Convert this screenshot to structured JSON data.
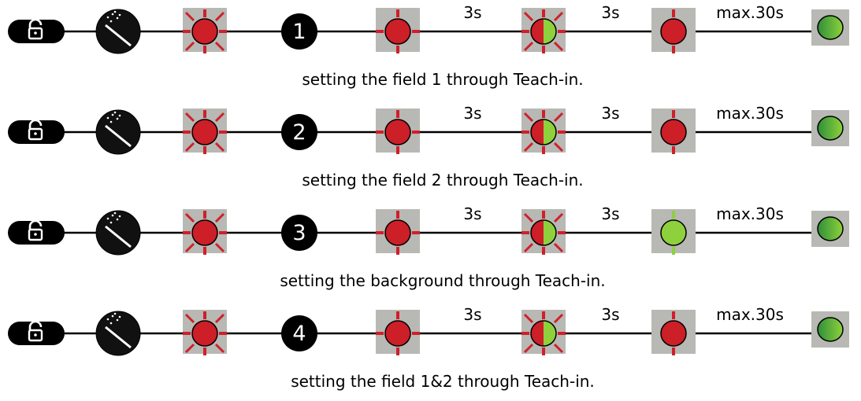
{
  "colors": {
    "line": "#000000",
    "tile": "#b8b8b4",
    "led_red": "#cc1f27",
    "led_green_light": "#8ed13c",
    "led_green_dark": "#2f8f3a",
    "ray_red": "#d01f2a",
    "ray_green": "#8ed13c",
    "key_bg": "#000000",
    "key_fg": "#ffffff"
  },
  "rows": [
    {
      "step_number": "1",
      "label_3s_a": "3s",
      "label_3s_b": "3s",
      "label_max": "max.30s",
      "state6_led": "red",
      "caption": "setting the field 1 through Teach-in."
    },
    {
      "step_number": "2",
      "label_3s_a": "3s",
      "label_3s_b": "3s",
      "label_max": "max.30s",
      "state6_led": "red",
      "caption": "setting the field 2 through Teach-in."
    },
    {
      "step_number": "3",
      "label_3s_a": "3s",
      "label_3s_b": "3s",
      "label_max": "max.30s",
      "state6_led": "green",
      "caption": "setting the background through Teach-in."
    },
    {
      "step_number": "4",
      "label_3s_a": "3s",
      "label_3s_b": "3s",
      "label_max": "max.30s",
      "state6_led": "red",
      "caption": "setting the field 1&2 through Teach-in."
    }
  ]
}
